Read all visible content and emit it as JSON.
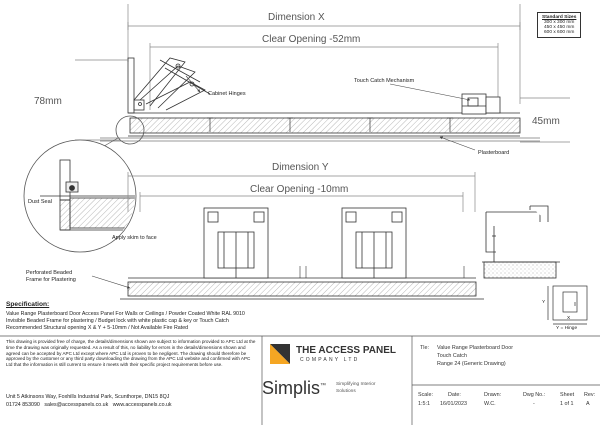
{
  "dimensions": {
    "dim_x": "Dimension X",
    "clear_x": "Clear Opening -52mm",
    "dim_y": "Dimension Y",
    "clear_y": "Clear Opening -10mm",
    "h78": "78mm",
    "h45": "45mm"
  },
  "standard_sizes": {
    "title": "Standard Sizes",
    "sizes": [
      "300 x 300 mm",
      "450 x 450 mm",
      "600 x 600 mm"
    ]
  },
  "callouts": {
    "cabinet_hinges": "Cabinet Hinges",
    "touch_catch": "Touch Catch Mechanism",
    "plasterboard": "Plasterboard",
    "dust_seal": "Dust Seal",
    "skim": "Apply skim to face",
    "perforated_1": "Perforated Beaded",
    "perforated_2": "Frame for Plastering"
  },
  "specification": {
    "heading": "Specification:",
    "lines": [
      "Value Range Plasterboard Door Access Panel For Walls or Ceilings / Powder Coated White RAL 9010",
      "Invisible Beaded Frame for plastering / Budget lock with white plastic cap & key or Touch Catch",
      "Recommended Structural opening X & Y + 5-10mm / Not Available Fire Rated"
    ]
  },
  "orientation": {
    "x": "X",
    "y": "Y",
    "hinge": "Y = Hinge"
  },
  "disclaimer": "This drawing is provided free of charge, the details/dimensions shown are subject to information provided to APC Ltd at the time the drawing was originally requested. As a result of this, no liability for errors in the details/dimensions shown and agreed can be accepted by APC Ltd except where APC Ltd is proven to be negligent. The drawing should therefore be approved by the customer or any third party downloading the drawing from the APC Ltd website and confirmed with APC Ltd that the information is still current to ensure it meets with their specific project requirements before use.",
  "company": {
    "address": "Unit 5 Atkinsons Way, Foxhills Industrial Park, Scunthorpe, DN15 8QJ",
    "phone": "01724 853090",
    "email": "sales@accesspanels.co.uk",
    "web": "www.accesspanels.co.uk",
    "logo_line1": "THE ACCESS PANEL",
    "logo_line2": "COMPANY LTD",
    "brand": "Simplis",
    "brand_tm": "™",
    "tagline1": "Simplifying Interior",
    "tagline2": "Solutions"
  },
  "title_block": {
    "title_label": "Tle:",
    "title_lines": [
      "Value Range Plasterboard Door",
      "Touch Catch",
      "Range 24 (Generic Drawing)"
    ],
    "fields": [
      {
        "label": "Scale:",
        "value": "1:5:1"
      },
      {
        "label": "Date:",
        "value": "16/01/2023"
      },
      {
        "label": "Drawn:",
        "value": "W.C."
      },
      {
        "label": "Dwg No.:",
        "value": "-"
      },
      {
        "label": "Sheet",
        "value": "1 of 1"
      },
      {
        "label": "Rev:",
        "value": "A"
      }
    ]
  },
  "colors": {
    "line": "#333333",
    "dim": "#888888",
    "hatch": "#777777",
    "brand_orange": "#f5a623",
    "logo_dark": "#333333"
  }
}
